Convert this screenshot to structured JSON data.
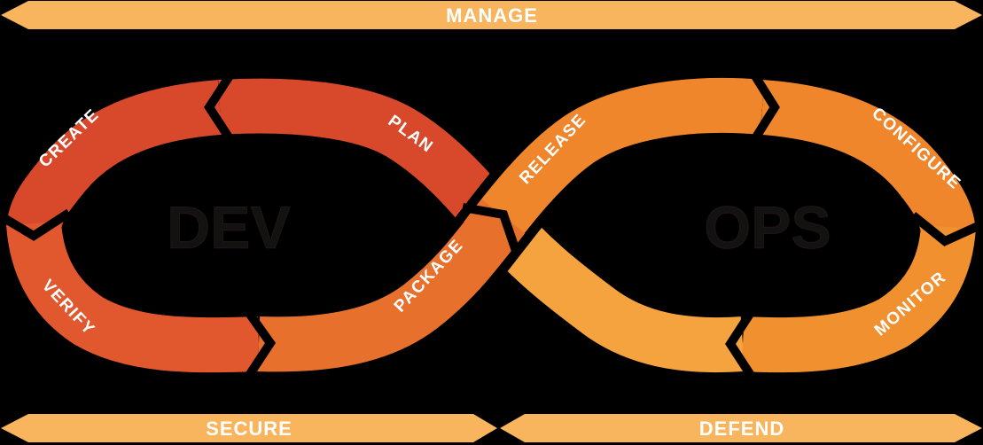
{
  "diagram": {
    "type": "devops-infinity-loop",
    "banners": {
      "top": "MANAGE",
      "bottom_left": "SECURE",
      "bottom_right": "DEFEND"
    },
    "loops": {
      "dev": {
        "title": "DEV",
        "segments": [
          "PLAN",
          "CREATE",
          "VERIFY",
          "PACKAGE"
        ]
      },
      "ops": {
        "title": "OPS",
        "segments": [
          "RELEASE",
          "CONFIGURE",
          "MONITOR"
        ]
      }
    },
    "labels": {
      "plan": "PLAN",
      "create": "CREATE",
      "verify": "VERIFY",
      "package": "PACKAGE",
      "release": "RELEASE",
      "configure": "CONFIGURE",
      "monitor": "MONITOR",
      "dev": "DEV",
      "ops": "OPS",
      "manage": "MANAGE",
      "secure": "SECURE",
      "defend": "DEFEND"
    },
    "colors": {
      "background": "#000000",
      "red": "#d8492c",
      "red_orange": "#e2582e",
      "orange_dark": "#e8702d",
      "orange": "#ef862b",
      "orange_mid": "#f0902e",
      "orange_light": "#f5a33e",
      "banner": "#f8b55e",
      "label_text": "#ffffff",
      "center_text": "#121212"
    }
  }
}
